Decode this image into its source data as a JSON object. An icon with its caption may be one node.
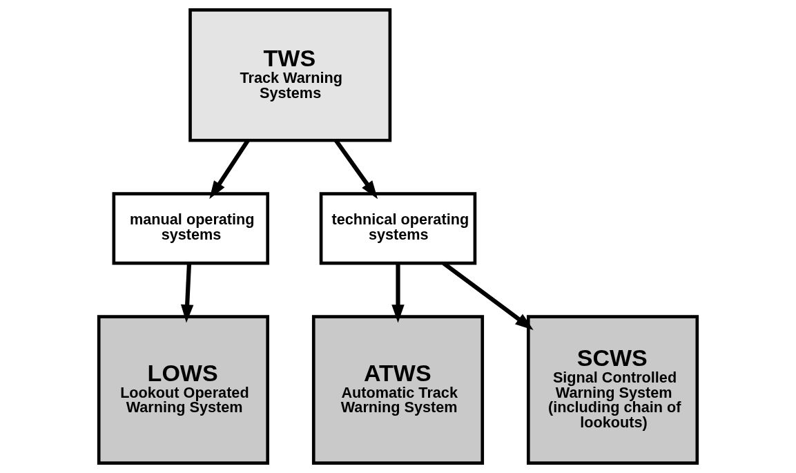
{
  "diagram": {
    "nodes": [
      {
        "text": [
          "TWS",
          "Track Warning Systems"
        ]
      },
      {
        "text": [
          "manual operating systems"
        ]
      },
      {
        "text": [
          "technical operating systems"
        ]
      },
      {
        "text": [
          "LOWS",
          "Lookout Operated Warning System"
        ]
      },
      {
        "text": [
          "ATWS",
          "Automatic Track Warning System"
        ]
      },
      {
        "text": [
          "SCWS",
          "Signal Controlled Warning System (including chain of lookouts)"
        ]
      }
    ],
    "edges": [
      {
        "from": 0,
        "to": 1,
        "arrow": "to"
      },
      {
        "from": 0,
        "to": 2,
        "arrow": "to"
      },
      {
        "from": 1,
        "to": 3,
        "arrow": "to"
      },
      {
        "from": 2,
        "to": 4,
        "arrow": "to"
      },
      {
        "from": 2,
        "to": 5,
        "arrow": "to"
      }
    ]
  }
}
